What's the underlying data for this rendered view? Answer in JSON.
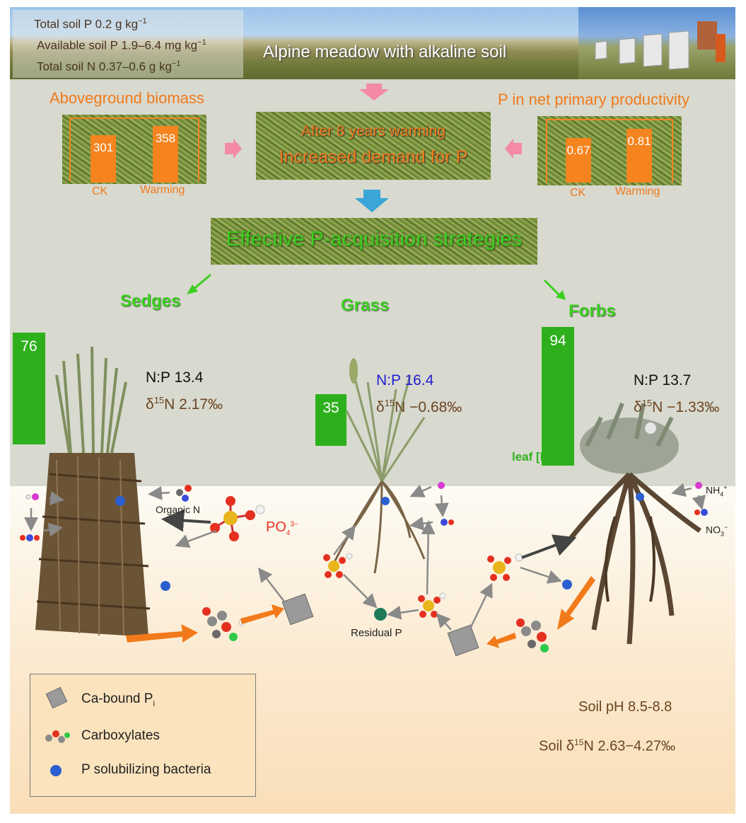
{
  "header": {
    "meadow_title": "Alpine meadow with alkaline soil",
    "soil_total_p": "Total soil P 0.2 g kg",
    "soil_available_p": "Available soil P 1.9–6.4 mg kg",
    "soil_total_n": "Total soil N 0.37–0.6 g kg",
    "unit_exponent": "−1"
  },
  "center": {
    "warming_line1": "After 8 years warming",
    "warming_line2": "Increased demand for P",
    "strategies": "Effective P-acquisition strategies"
  },
  "biomass_chart": {
    "title": "Aboveground biomass",
    "categories": [
      "CK",
      "Warming"
    ],
    "values": [
      301,
      358
    ]
  },
  "npp_chart": {
    "title": "P in net primary productivity",
    "categories": [
      "CK",
      "Warming"
    ],
    "values": [
      0.67,
      0.81
    ]
  },
  "groups": {
    "sedges": {
      "label": "Sedges",
      "value": "76",
      "np": "N:P 13.4",
      "d15_prefix": "δ",
      "d15_sup": "15",
      "d15_rest": "N 2.17‰"
    },
    "grass": {
      "label": "Grass",
      "value": "35",
      "np": "N:P 16.4",
      "d15_prefix": "δ",
      "d15_sup": "15",
      "d15_rest": "N −0.68‰"
    },
    "forbs": {
      "label": "Forbs",
      "value": "94",
      "np": "N:P 13.7",
      "d15_prefix": "δ",
      "d15_sup": "15",
      "d15_rest": "N −1.33‰",
      "bar_caption": "leaf [Mn]"
    }
  },
  "soil_labels": {
    "organic_n": "Organic N",
    "po4": "PO",
    "po4_sub": "4",
    "po4_sup": "3−",
    "residual_p": "Residual P",
    "nh4": "NH",
    "nh4_sub": "4",
    "nh4_sup": "+",
    "no3": "NO",
    "no3_sub": "3",
    "no3_sup": "−"
  },
  "legend": {
    "ca_bound": "Ca-bound P",
    "ca_bound_sub": "i",
    "carboxylates": "Carboxylates",
    "bacteria": "P solubilizing bacteria"
  },
  "soil_info": {
    "ph": "Soil pH 8.5-8.8",
    "d15_prefix": "Soil δ",
    "d15_sup": "15",
    "d15_rest": "N 2.63−4.27‰"
  },
  "colors": {
    "orange": "#f5841f",
    "green": "#2db01c",
    "blue_text": "#1f1fd0",
    "brown_text": "#6b4420"
  }
}
